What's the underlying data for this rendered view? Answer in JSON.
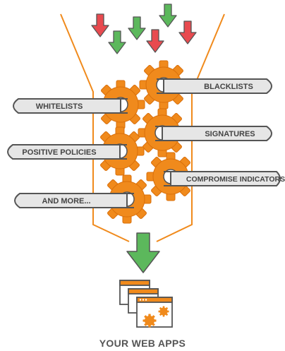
{
  "colors": {
    "orange": "#f08a1c",
    "orange_dark": "#d96f0a",
    "red_arrow": "#e84a4f",
    "green_arrow": "#5cb85c",
    "wrench_fill": "#e6e6e6",
    "outline": "#555555",
    "text": "#444444"
  },
  "filters": [
    {
      "label": "BLACKLISTS",
      "side": "right"
    },
    {
      "label": "WHITELISTS",
      "side": "left"
    },
    {
      "label": "SIGNATURES",
      "side": "right"
    },
    {
      "label": "POSITIVE POLICIES",
      "side": "left"
    },
    {
      "label": "COMPROMISE INDICATORS",
      "side": "right"
    },
    {
      "label": "AND MORE...",
      "side": "left"
    }
  ],
  "incoming_traffic": [
    "bad",
    "good",
    "good",
    "bad",
    "good",
    "bad"
  ],
  "output_label": "YOUR WEB APPS"
}
